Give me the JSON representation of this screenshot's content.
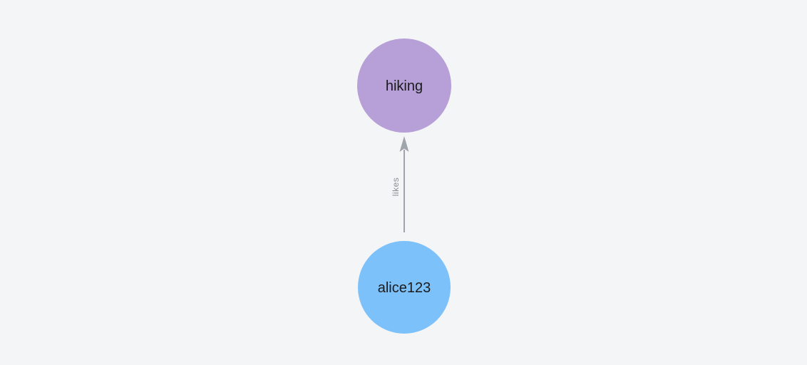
{
  "canvas": {
    "background": "#f4f5f6"
  },
  "graph": {
    "nodes": [
      {
        "id": "hiking",
        "label": "hiking",
        "color": "#b79fd7",
        "shape": "circle"
      },
      {
        "id": "alice123",
        "label": "alice123",
        "color": "#7dc1fa",
        "shape": "circle"
      }
    ],
    "edges": [
      {
        "from": "alice123",
        "to": "hiking",
        "label": "likes",
        "color": "#a0a4ab",
        "label_color": "#8b8e93",
        "direction": "up"
      }
    ]
  }
}
